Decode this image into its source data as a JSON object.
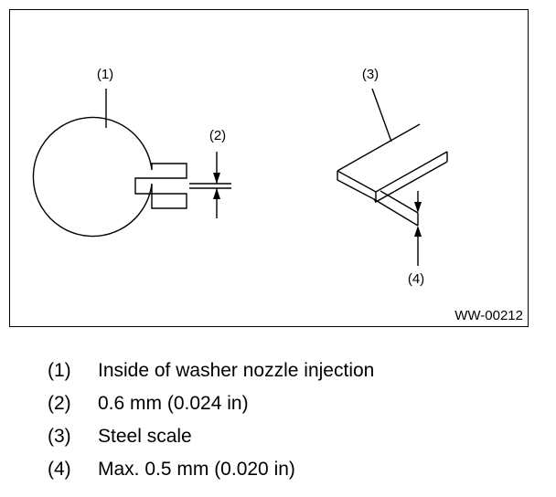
{
  "figure": {
    "callouts": [
      "(1)",
      "(2)",
      "(3)",
      "(4)"
    ],
    "code": "WW-00212"
  },
  "legend": [
    {
      "num": "(1)",
      "text": "Inside of washer nozzle injection"
    },
    {
      "num": "(2)",
      "text": "0.6 mm (0.024 in)"
    },
    {
      "num": "(3)",
      "text": "Steel scale"
    },
    {
      "num": "(4)",
      "text": "Max. 0.5 mm (0.020 in)"
    }
  ],
  "colors": {
    "line": "#000000",
    "background": "#ffffff"
  }
}
